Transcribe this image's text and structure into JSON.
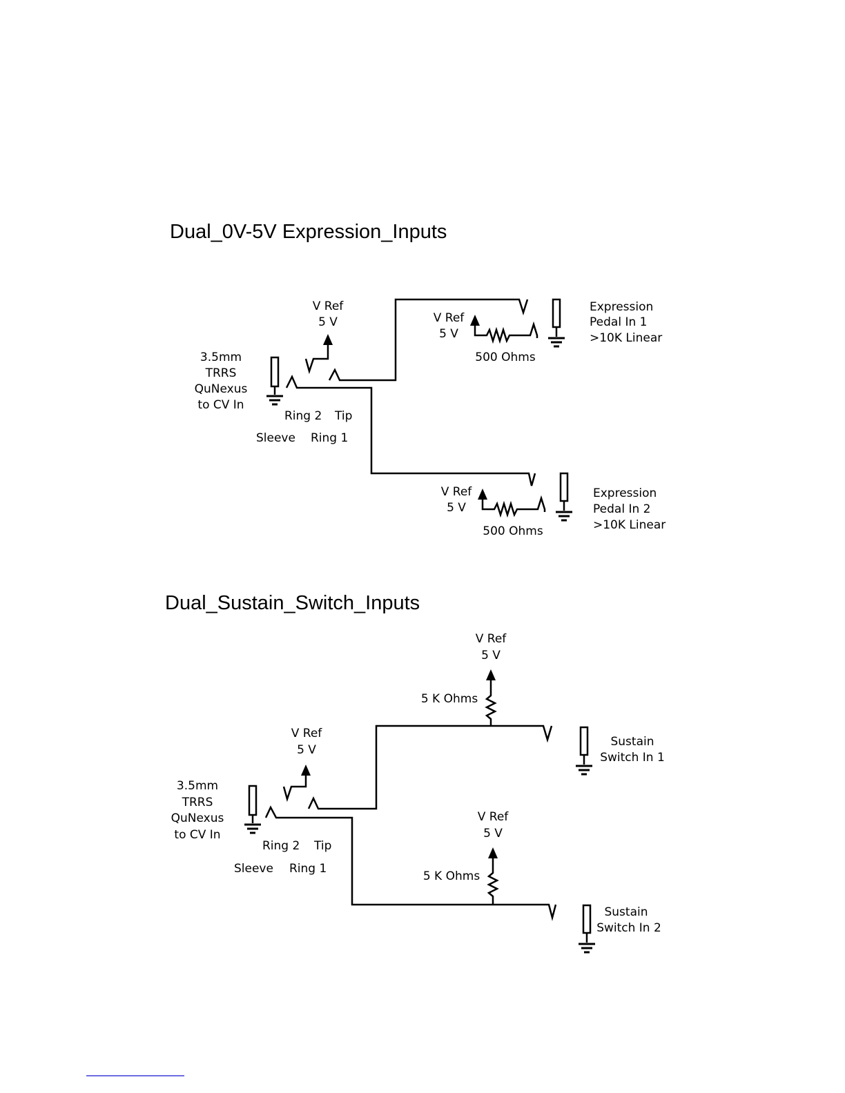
{
  "section1": {
    "title": "Dual_0V-5V Expression_Inputs",
    "jack": {
      "line1": "3.5mm",
      "line2": "TRRS",
      "line3": "QuNexus",
      "line4": "to CV In"
    },
    "contacts": {
      "ring2": "Ring 2",
      "tip": "Tip",
      "sleeve": "Sleeve",
      "ring1": "Ring 1"
    },
    "vref_source": {
      "line1": "V Ref",
      "line2": "5 V"
    },
    "pedal1": {
      "vref_line1": "V Ref",
      "vref_line2": "5 V",
      "resistor": "500 Ohms",
      "name_line1": "Expression",
      "name_line2": "Pedal In 1",
      "name_line3": ">10K Linear"
    },
    "pedal2": {
      "vref_line1": "V Ref",
      "vref_line2": "5 V",
      "resistor": "500 Ohms",
      "name_line1": "Expression",
      "name_line2": "Pedal In 2",
      "name_line3": ">10K Linear"
    }
  },
  "section2": {
    "title": "Dual_Sustain_Switch_Inputs",
    "jack": {
      "line1": "3.5mm",
      "line2": "TRRS",
      "line3": "QuNexus",
      "line4": "to CV In"
    },
    "contacts": {
      "ring2": "Ring 2",
      "tip": "Tip",
      "sleeve": "Sleeve",
      "ring1": "Ring 1"
    },
    "vref_source": {
      "line1": "V Ref",
      "line2": "5 V"
    },
    "switch1": {
      "vref_line1": "V Ref",
      "vref_line2": "5 V",
      "resistor": "5 K Ohms",
      "name_line1": "Sustain",
      "name_line2": "Switch In 1"
    },
    "switch2": {
      "vref_line1": "V Ref",
      "vref_line2": "5 V",
      "resistor": "5 K Ohms",
      "name_line1": "Sustain",
      "name_line2": "Switch In 2"
    }
  }
}
